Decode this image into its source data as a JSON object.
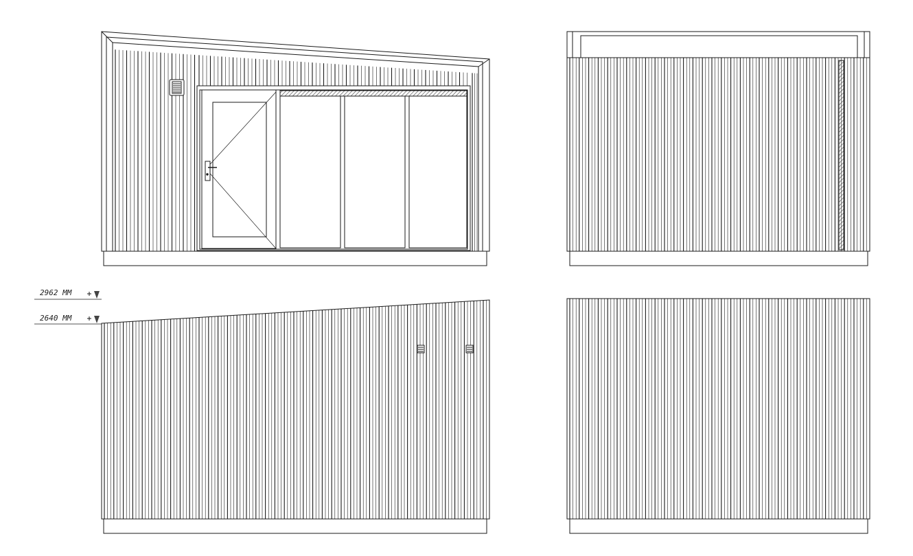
{
  "drawing": {
    "line_color": "#1a1a1a",
    "background": "#ffffff",
    "hatch_color": "#555555"
  },
  "levels": [
    {
      "label": "2962 MM",
      "marker": "level-marker-icon"
    },
    {
      "label": "2640 MM",
      "marker": "level-marker-icon"
    }
  ],
  "views": [
    {
      "name": "front-elevation",
      "features": [
        "door-with-handle",
        "three-fixed-glazed-panels",
        "vent-grille",
        "sloped-fascia"
      ]
    },
    {
      "name": "side-elevation-right",
      "features": [
        "vertical-cladding",
        "roof-edge-box",
        "corner-trim-hatched"
      ]
    },
    {
      "name": "rear-elevation",
      "features": [
        "vertical-cladding",
        "two-vent-grilles",
        "sloped-roofline"
      ]
    },
    {
      "name": "side-elevation-left",
      "features": [
        "vertical-cladding"
      ]
    }
  ]
}
